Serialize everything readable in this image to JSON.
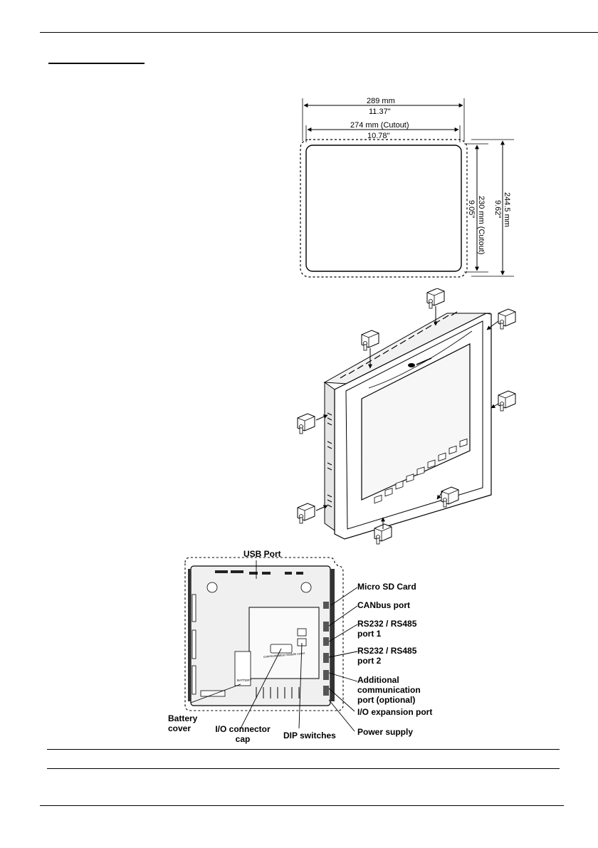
{
  "dimensions": {
    "width_mm": "289 mm",
    "width_in": "11.37\"",
    "cutout_width_mm": "274 mm (Cutout)",
    "cutout_width_in": "10.78\"",
    "height_mm": "244.5 mm",
    "height_in": "9.62\"",
    "cutout_height_mm": "230 mm (Cutout)",
    "cutout_height_in": "9.05\""
  },
  "rear_labels": {
    "usb_port": "USB Port",
    "micro_sd": "Micro SD Card",
    "canbus": "CANbus port",
    "rs1_line1": "RS232 / RS485",
    "rs1_line2": "port 1",
    "rs2_line1": "RS232 / RS485",
    "rs2_line2": "port 2",
    "add_line1": "Additional",
    "add_line2": "communication",
    "add_line3": "port (optional)",
    "io_expansion": "I/O expansion port",
    "power": "Power supply",
    "battery_line1": "Battery",
    "battery_line2": "cover",
    "ioc_line1": "I/O connector",
    "ioc_line2": "cap",
    "dip": "DIP switches",
    "panel_battery": "BATTERY",
    "panel_comm_cover": "communication module cover"
  }
}
